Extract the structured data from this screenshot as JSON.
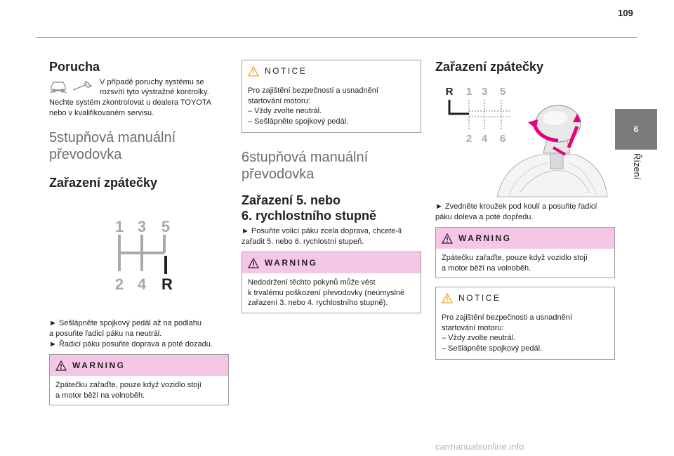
{
  "header": {
    "page_number": "109"
  },
  "side_tab": {
    "number": "6",
    "label": "Řízení"
  },
  "col1": {
    "title": "Porucha",
    "fault_line1": "V případě poruchy systému se",
    "fault_line2": "rozsvítí tyto výstražné kontrolky.",
    "fault_line3": "Nechte systém zkontrolovat u dealera TOYOTA",
    "fault_line4": "nebo v kvalifikovaném servisu.",
    "subtitle_line1": "5stupňová manuální",
    "subtitle_line2": "převodovka",
    "reverse_title": "Zařazení zpátečky",
    "gear_numbers": {
      "g1": "1",
      "g2": "2",
      "g3": "3",
      "g4": "4",
      "g5": "5",
      "gr": "R"
    },
    "step1_line1": "► Sešlápněte spojkový pedál až na podlahu",
    "step1_line2": "a posuňte řadicí páku na neutrál.",
    "step2_line1": "► Řadicí páku posuňte doprava a poté dozadu.",
    "warning": {
      "heading": "WARNING",
      "line1": "Zpátečku zařaďte, pouze když vozidlo stojí",
      "line2": "a motor běží na volnoběh."
    }
  },
  "col2": {
    "notice": {
      "heading": "NOTICE",
      "line1": "Pro zajištění bezpečnosti a usnadnění",
      "line2": "startování motoru:",
      "line3": "– Vždy zvolte neutrál.",
      "line4": "– Sešlápněte spojkový pedál."
    },
    "subtitle_line1": "6stupňová manuální",
    "subtitle_line2": "převodovka",
    "gear_title_line1": "Zařazení 5. nebo",
    "gear_title_line2": "6. rychlostního stupně",
    "step_line1": "► Posuňte volicí páku zcela doprava, chcete-li",
    "step_line2": "zařadit 5. nebo 6. rychlostní stupeň.",
    "warning": {
      "heading": "WARNING",
      "line1": "Nedodržení těchto pokynů může vést",
      "line2": "k trvalému poškození převodovky (neúmyslné",
      "line3": "zařazení 3. nebo 4. rychlostního stupně)."
    }
  },
  "col3": {
    "reverse_title": "Zařazení zpátečky",
    "gear_numbers": {
      "gr": "R",
      "g1": "1",
      "g2": "2",
      "g3": "3",
      "g4": "4",
      "g5": "5",
      "g6": "6"
    },
    "step_line1": "► Zvedněte kroužek pod koulí a posuňte řadicí",
    "step_line2": "páku doleva a poté dopředu.",
    "warning": {
      "heading": "WARNING",
      "line1": "Zpátečku zařaďte, pouze když vozidlo stojí",
      "line2": "a motor běží na volnoběh."
    },
    "notice": {
      "heading": "NOTICE",
      "line1": "Pro zajištění bezpečnosti a usnadnění",
      "line2": "startování motoru:",
      "line3": "– Vždy zvolte neutrál.",
      "line4": "– Sešlápněte spojkový pedál."
    }
  },
  "footer": {
    "watermark": "carmanualsonline.info"
  },
  "colors": {
    "warning_fill": "#f6c6e7",
    "gear_gray": "#a7a9ac",
    "tab_gray": "#7b7b7b",
    "arrow_magenta": "#e6007e"
  },
  "icons": [
    "fault-warning-lamp-icon",
    "wrench-warning-lamp-icon",
    "warning-triangle-icon",
    "notice-triangle-icon",
    "gear-lever-illustration"
  ]
}
